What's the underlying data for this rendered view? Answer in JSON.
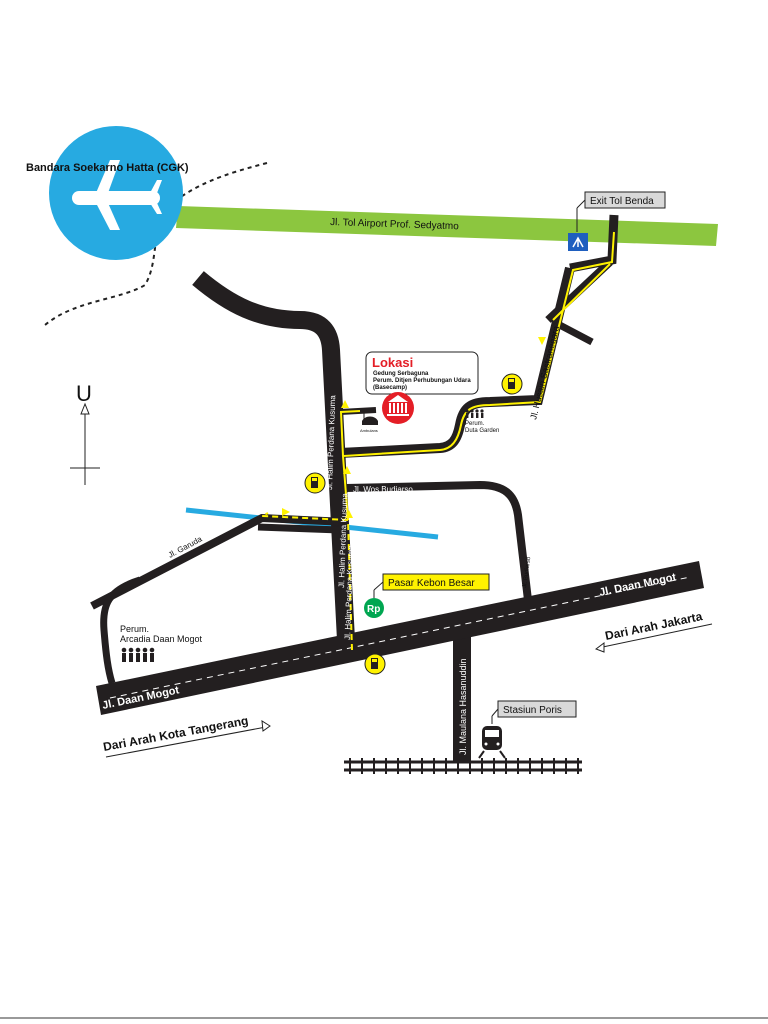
{
  "airport": {
    "label": "Bandara Soekarno Hatta (CGK)",
    "icon": "airplane-icon"
  },
  "roads": {
    "toll": "Jl. Tol Airport Prof. Sedyatmo",
    "halim_upper": "Jl. Halim Perdana Kusuma",
    "halim_middle": "Jl. Halim Perdana Kusuma",
    "halim_lower": "Jl. Halim Perdana Kusuma",
    "husain": "Jl. Husain Sastranegara",
    "ganda": "Jl. Garuda",
    "wos": "Jl. Wos Budiarso",
    "budiarso": "Jl. Budiarso",
    "daan_right": "Jl. Daan Mogot",
    "daan_left": "Jl. Daan Mogot",
    "maulana": "Jl. Maulana Hasanuddin"
  },
  "labels": {
    "exit_toll": "Exit Tol Benda",
    "lokasi_title": "Lokasi",
    "lokasi_line1": "Gedung Serbaguna",
    "lokasi_line2": "Perum. Ditjen Perhubungan Udara",
    "lokasi_line3": "(Basecamp)",
    "ambulance": "Ambulans",
    "duta_line1": "Perum.",
    "duta_line2": "Duta Garden",
    "arcadia_line1": "Perum.",
    "arcadia_line2": "Arcadia Daan Mogot",
    "pasar": "Pasar Kebon Besar",
    "rp": "Rp",
    "stasiun": "Stasiun Poris",
    "from_jakarta": "Dari Arah Jakarta",
    "from_tangerang": "Dari Arah Kota Tangerang",
    "north": "U"
  },
  "colors": {
    "toll_road": "#8cc63f",
    "airport_circle": "#27aae1",
    "river": "#27aae1",
    "road": "#231f20",
    "route": "#fff200",
    "location_marker": "#e41e26",
    "label_box": "#fff200",
    "pasar_icon": "#00a651"
  }
}
